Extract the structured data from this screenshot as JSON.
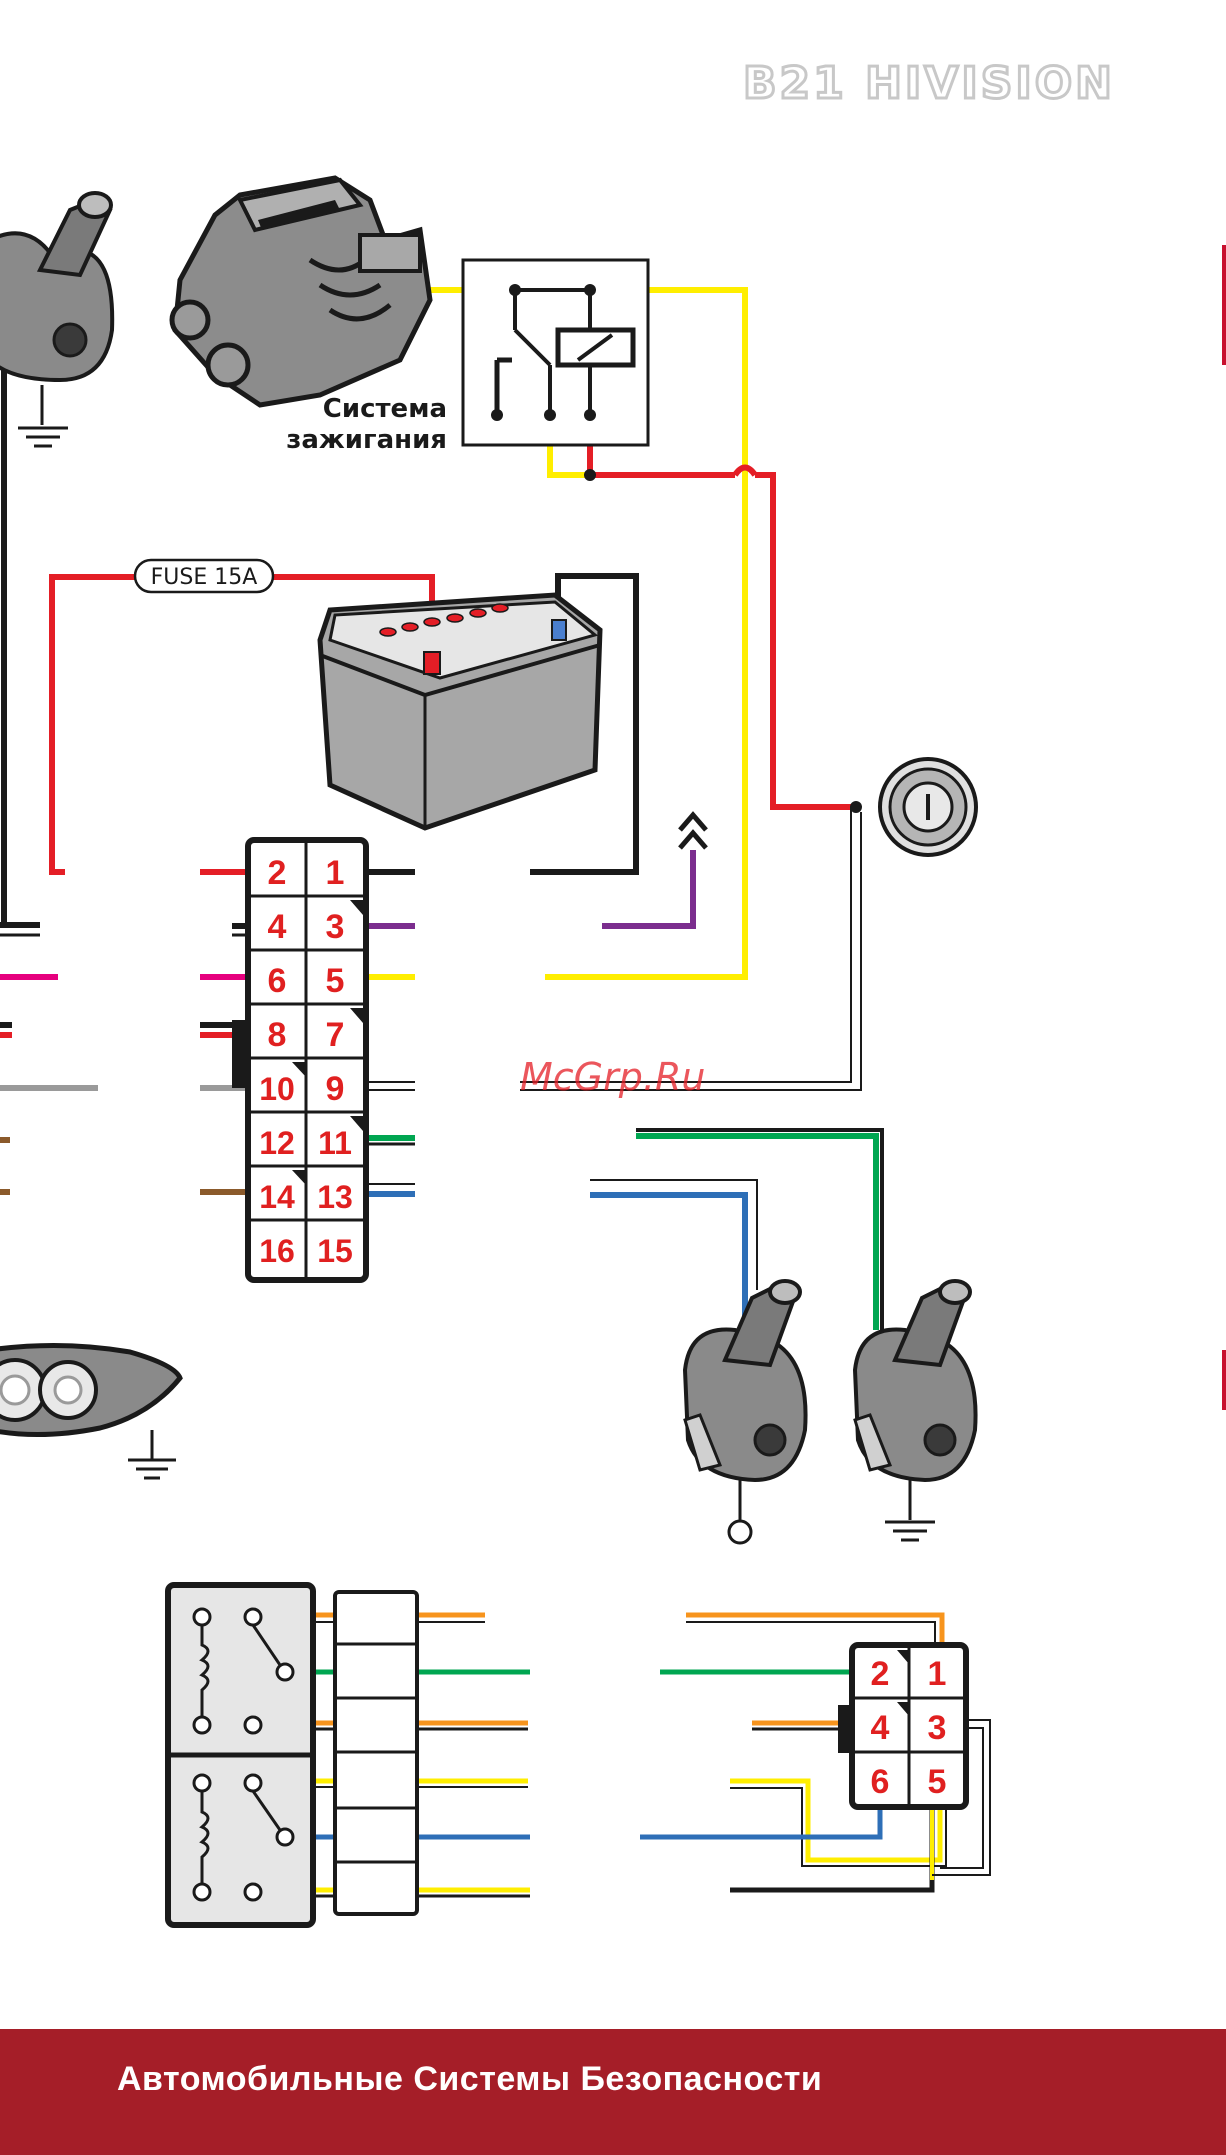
{
  "header": {
    "brand": "B21 HIVISION"
  },
  "labels": {
    "ignition_line1": "Система",
    "ignition_line2": "зажигания",
    "fuse": "FUSE 15A",
    "watermark": "McGrp.Ru"
  },
  "connectors": {
    "main": {
      "pins": [
        "2",
        "1",
        "4",
        "3",
        "6",
        "5",
        "8",
        "7",
        "10",
        "9",
        "12",
        "11",
        "14",
        "13",
        "16",
        "15"
      ]
    },
    "small": {
      "pins": [
        "2",
        "1",
        "4",
        "3",
        "6",
        "5"
      ]
    }
  },
  "footer": {
    "text": "Автомобильные Системы Безопасности",
    "color": "#a51e28"
  },
  "colors": {
    "red": "#e41e26",
    "black": "#1a1a1a",
    "yellow": "#ffee00",
    "purple": "#7b2d8e",
    "magenta": "#e6007e",
    "gray": "#9a9a9a",
    "brown": "#8b5a2b",
    "green": "#00a651",
    "blue": "#2e6fb7",
    "orange": "#f7941d"
  }
}
